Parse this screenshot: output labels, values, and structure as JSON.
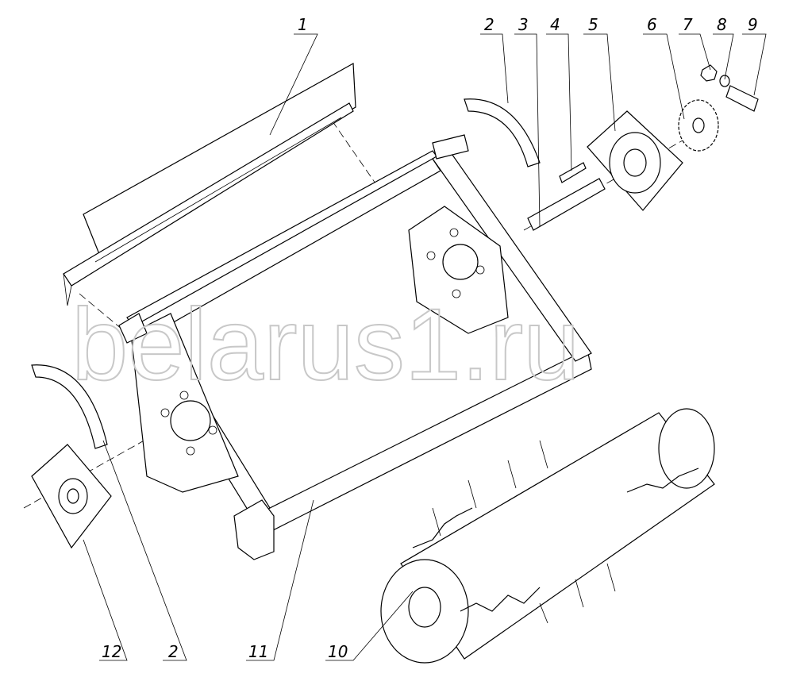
{
  "watermark": "belarus1.ru",
  "callouts_top": [
    "1",
    "2",
    "3",
    "4",
    "5",
    "6",
    "7",
    "8",
    "9"
  ],
  "callouts_bottom": [
    "12",
    "2",
    "11",
    "10"
  ]
}
